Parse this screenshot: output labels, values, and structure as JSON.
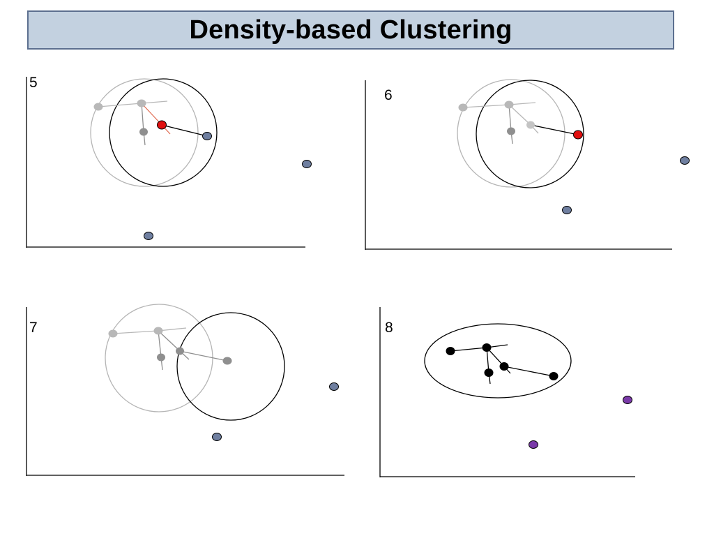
{
  "title": "Density-based Clustering",
  "colors": {
    "title_background": "#c3d1e0",
    "title_border": "#5c6f8f",
    "unvisited_point": "#6f7fa0",
    "current_point": "#e01010",
    "visited_light": "#b8b8b8",
    "visited_mid": "#8f8f8f",
    "clustered_point": "#000000",
    "noise_point": "#7a3aa8",
    "old_circle": "#b5b5b5",
    "active_circle": "#000000"
  },
  "panels": [
    {
      "label": "5"
    },
    {
      "label": "6"
    },
    {
      "label": "7"
    },
    {
      "label": "8"
    }
  ]
}
